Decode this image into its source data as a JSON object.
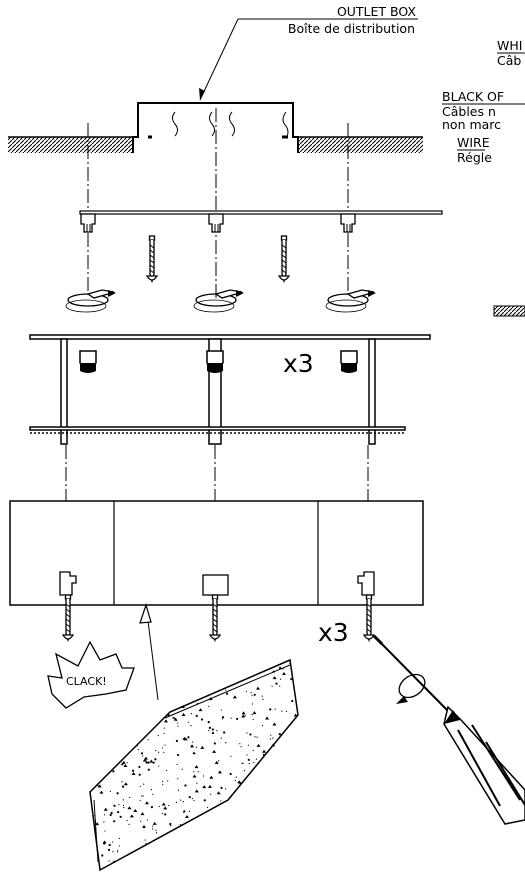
{
  "labels": {
    "outlet_box": "OUTLET BOX",
    "outlet_box_fr": "Boîte de distribution",
    "white_cut": "WHI",
    "white_cut_fr": "Câb",
    "black_cut": "BLACK OF",
    "black_cut_fr1": "Câbles n",
    "black_cut_fr2": "non marc",
    "wire_cut": "WIRE",
    "wire_cut_fr": "Régle",
    "qty_mid": "x3",
    "qty_low": "x3",
    "clack": "CLACK!"
  },
  "icons": [
    "rotate-arrow-icon",
    "screw-icon",
    "screwdriver-icon",
    "stamp-icon"
  ]
}
